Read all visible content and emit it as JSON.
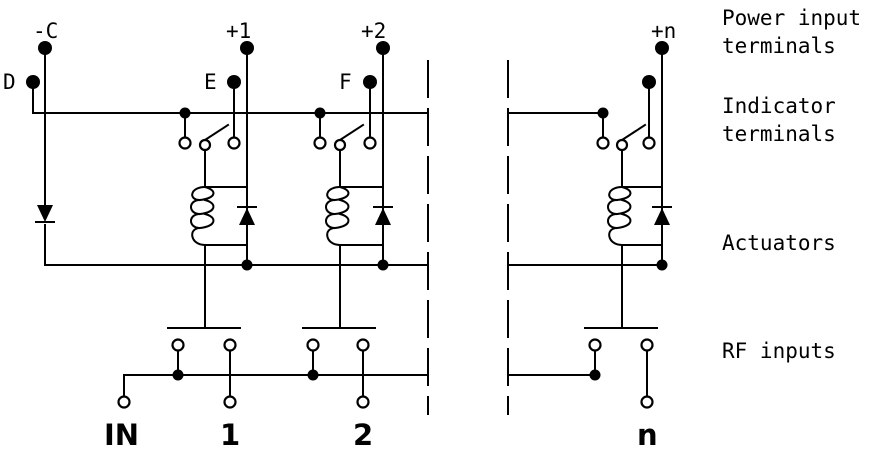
{
  "terminals": {
    "neg_c": "-C",
    "p1": "+1",
    "p2": "+2",
    "pn": "+n",
    "d": "D",
    "e": "E",
    "f": "F"
  },
  "ports": {
    "in": "IN",
    "one": "1",
    "two": "2",
    "n": "n"
  },
  "side_labels": {
    "power_line1": "Power input",
    "power_line2": "terminals",
    "indicator_line1": "Indicator",
    "indicator_line2": "terminals",
    "actuators": "Actuators",
    "rf_inputs": "RF inputs"
  }
}
